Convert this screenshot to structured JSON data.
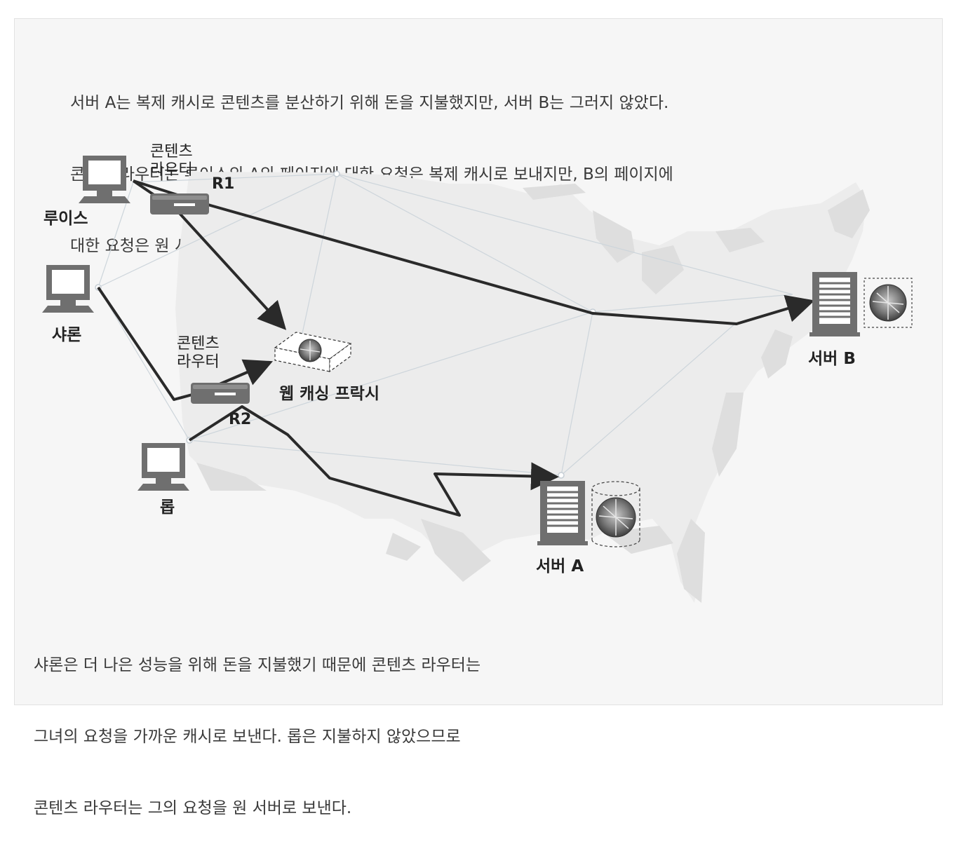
{
  "caption_top": {
    "line1": "서버 A는 복제 캐시로 콘텐츠를 분산하기 위해 돈을 지불했지만, 서버 B는 그러지 않았다.",
    "line2": "콘텐츠 라우터는 루이스의 A의 페이지에 대한 요청은 복제 캐시로 보내지만, B의 페이지에",
    "line3": "대한 요청은 원 서버로 보낸다."
  },
  "caption_bottom": {
    "line1": "샤론은 더 나은 성능을 위해 돈을 지불했기 때문에 콘텐츠 라우터는",
    "line2": "그녀의 요청을 가까운 캐시로 보낸다. 롭은 지불하지 않았으므로",
    "line3": "콘텐츠 라우터는 그의 요청을 원 서버로 보낸다."
  },
  "nodes": {
    "client_louis": "루이스",
    "client_sharon": "샤론",
    "client_rob": "롭",
    "router1_title_a": "콘텐츠",
    "router1_title_b": "라우터",
    "router1_id": "R1",
    "router2_title_a": "콘텐츠",
    "router2_title_b": "라우터",
    "router2_id": "R2",
    "proxy": "웹 캐싱 프락시",
    "server_a": "서버 A",
    "server_b": "서버 B"
  },
  "colors": {
    "arrow": "#2a2a2a",
    "map": "#dcdcdc",
    "device": "#7a7a7a",
    "mesh": "#cfd6dc"
  }
}
